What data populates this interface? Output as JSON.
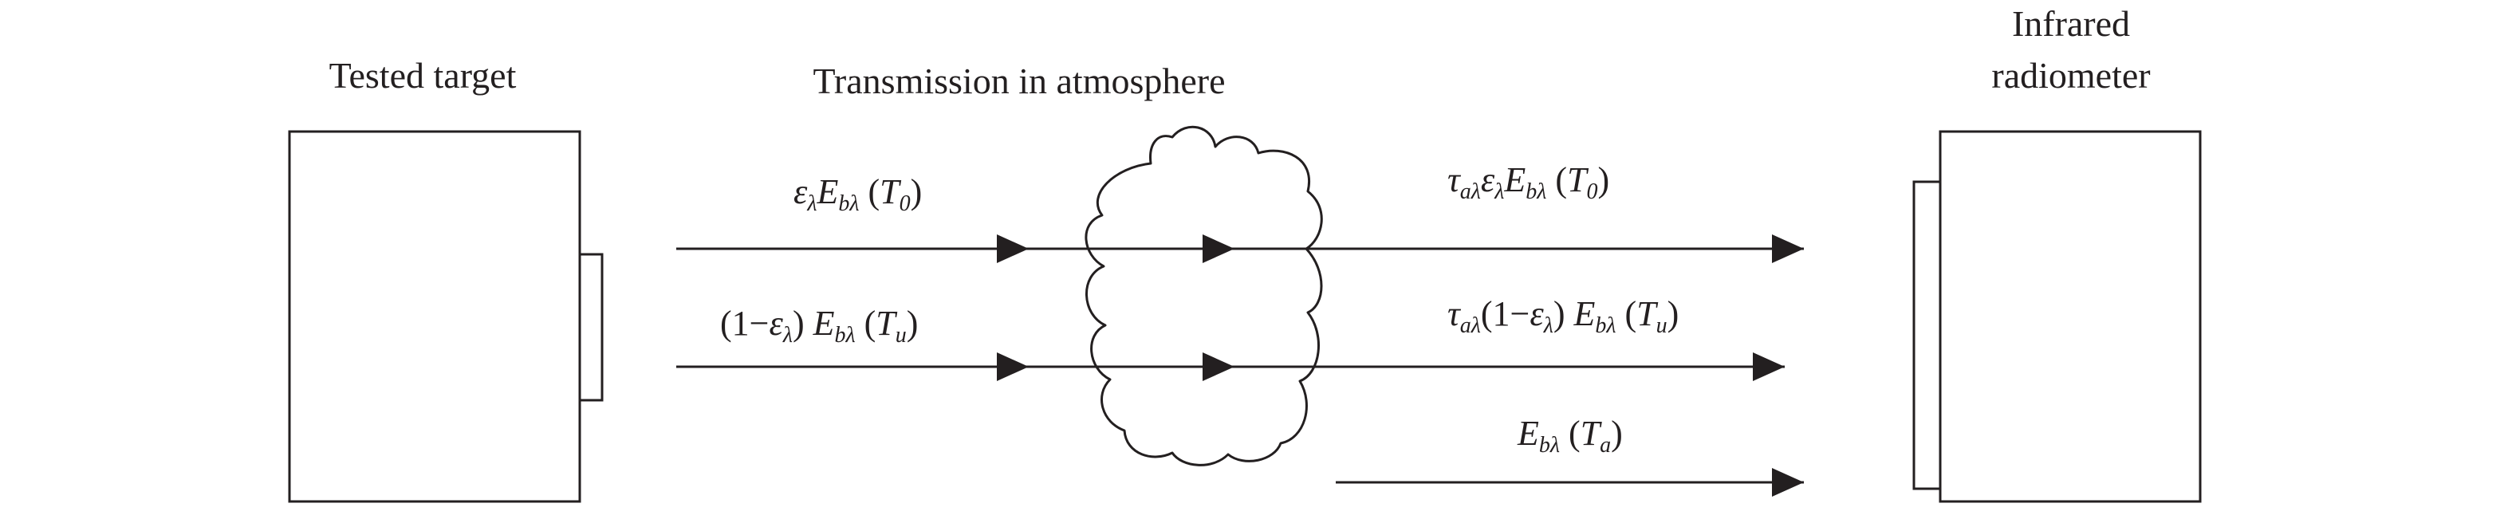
{
  "labels": {
    "tested_target": "Tested target",
    "transmission": "Transmission in atmosphere",
    "radiometer_line1": "Infrared",
    "radiometer_line2": "radiometer"
  },
  "formulas": {
    "target_emission": {
      "eps": "ε",
      "eps_sub": "λ",
      "E": "E",
      "E_sub": "bλ",
      "open": " (",
      "T": "T",
      "T_sub": "0",
      "close": ")"
    },
    "reflected": {
      "prefix": "(1−",
      "eps": "ε",
      "eps_sub": "λ",
      "mid": ") ",
      "E": "E",
      "E_sub": "bλ",
      "open": " (",
      "T": "T",
      "T_sub": "u",
      "close": ")"
    },
    "transmitted_emission": {
      "tau": "τ",
      "tau_sub": "aλ",
      "eps": "ε",
      "eps_sub": "λ",
      "E": "E",
      "E_sub": "bλ",
      "open": " (",
      "T": "T",
      "T_sub": "0",
      "close": ")"
    },
    "transmitted_reflected": {
      "tau": "τ",
      "tau_sub": "aλ",
      "prefix": "(1−",
      "eps": "ε",
      "eps_sub": "λ",
      "mid": ") ",
      "E": "E",
      "E_sub": "bλ",
      "open": " (",
      "T": "T",
      "T_sub": "u",
      "close": ")"
    },
    "atmosphere_emission": {
      "E": "E",
      "E_sub": "bλ",
      "open": " (",
      "T": "T",
      "T_sub": "a",
      "close": ")"
    }
  }
}
